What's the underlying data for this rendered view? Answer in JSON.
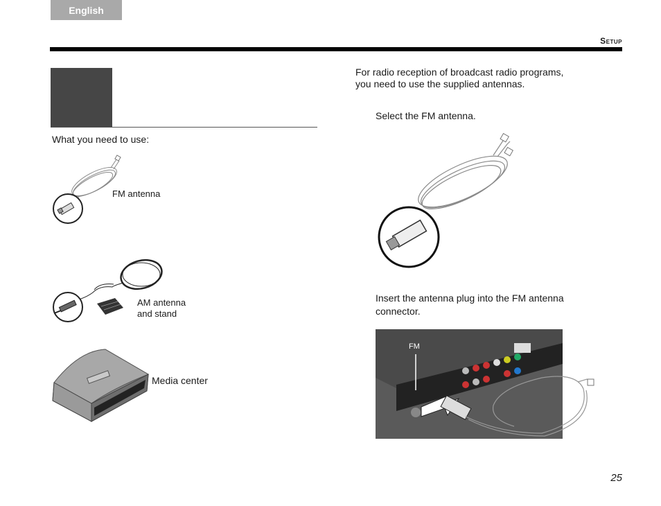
{
  "header": {
    "language_tab": "English",
    "section": "Setup"
  },
  "left": {
    "need_label": "What you need to use:",
    "items": [
      {
        "label": "FM antenna"
      },
      {
        "label_line1": "AM antenna",
        "label_line2": "and stand"
      },
      {
        "label": "Media center"
      }
    ]
  },
  "right": {
    "intro_line1": "For radio reception of broadcast radio programs,",
    "intro_line2": "you need to use the supplied antennas.",
    "step1": "Select the FM antenna.",
    "step2_line1": "Insert the antenna plug into the FM antenna",
    "step2_line2": "connector.",
    "callout_fm": "FM"
  },
  "footer": {
    "page_number": "25"
  }
}
